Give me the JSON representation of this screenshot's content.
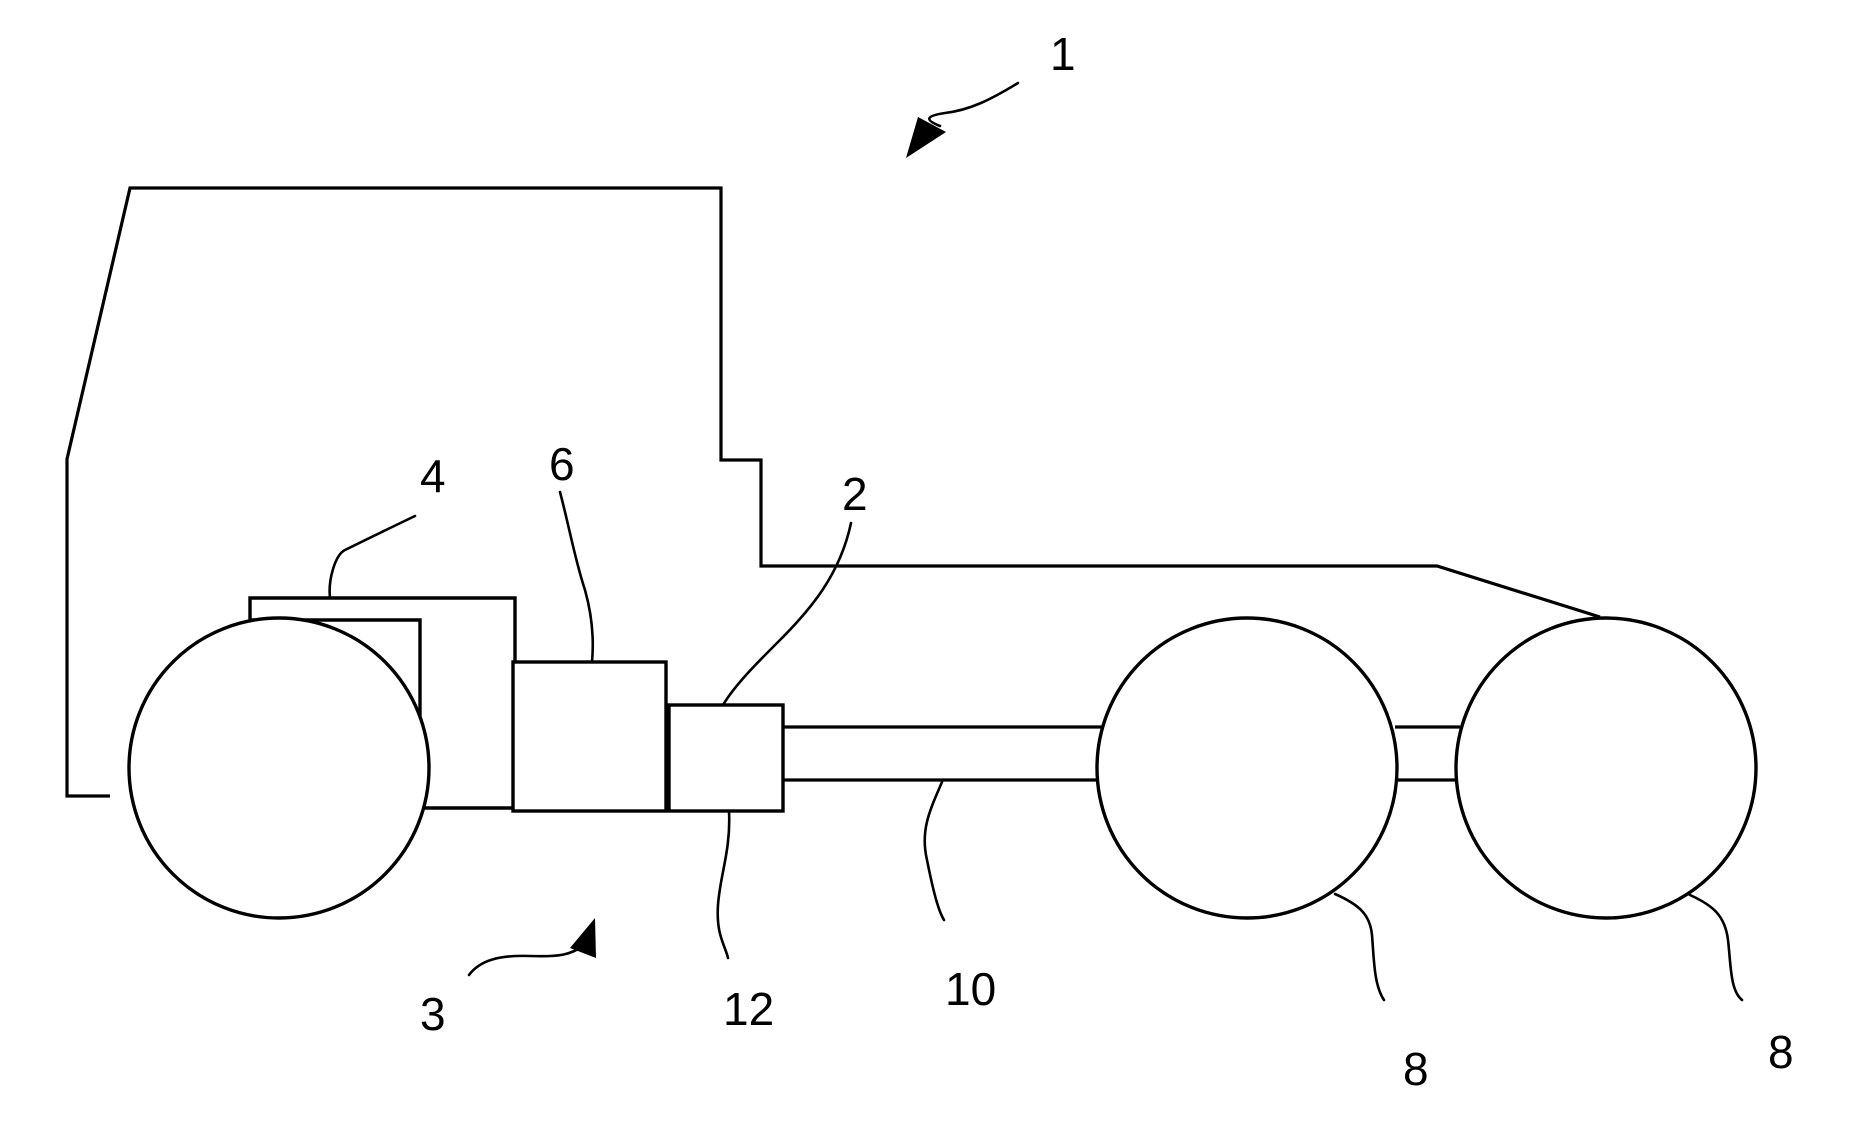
{
  "figure": {
    "reference_labels": {
      "vehicle": "1",
      "powertrain": "3",
      "engine": "4",
      "clutch": "6",
      "gearbox": "2",
      "output_shaft": "12",
      "propeller_shaft": "10",
      "drive_wheel_front": "8",
      "drive_wheel_rear": "8"
    }
  }
}
